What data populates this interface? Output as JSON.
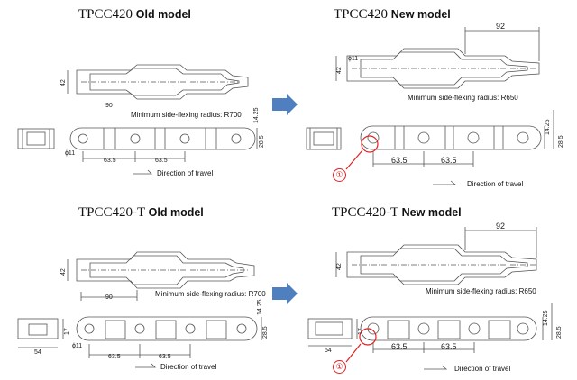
{
  "panels": {
    "tl": {
      "model": "TPCC420",
      "label": "Old model",
      "radius_note": "Minimum side-flexing radius: R700",
      "pitch": [
        "63.5",
        "63.5"
      ],
      "dims": {
        "width": "42",
        "len": "90",
        "h1": "14.25",
        "h2": "28.5",
        "dia": "ϕ11"
      },
      "travel": "Direction of travel"
    },
    "tr": {
      "model": "TPCC420",
      "label": "New model",
      "radius_note": "Minimum side-flexing radius: R650",
      "pitch": [
        "63.5",
        "63.5"
      ],
      "dims": {
        "width": "42",
        "len": "92",
        "h1": "14.25",
        "h2": "28.5",
        "dia": "ϕ11"
      },
      "travel": "Direction of travel",
      "marker": "①"
    },
    "bl": {
      "model": "TPCC420-T",
      "label": "Old model",
      "radius_note": "Minimum side-flexing radius: R700",
      "pitch": [
        "63.5",
        "63.5"
      ],
      "dims": {
        "width": "42",
        "len": "90",
        "h1": "14.25",
        "h2": "28.5",
        "dia": "ϕ11",
        "side_w": "54",
        "side_h": "17"
      },
      "travel": "Direction of travel"
    },
    "br": {
      "model": "TPCC420-T",
      "label": "New model",
      "radius_note": "Minimum side-flexing radius: R650",
      "pitch": [
        "63.5",
        "63.5"
      ],
      "dims": {
        "width": "42",
        "len": "92",
        "h1": "14.25",
        "h2": "28.5",
        "side_w": "54",
        "side_h": "17"
      },
      "travel": "Direction of travel",
      "marker": "①"
    }
  },
  "colors": {
    "arrow": "#4f7fbf",
    "marker": "#e02020",
    "line": "#555555"
  }
}
